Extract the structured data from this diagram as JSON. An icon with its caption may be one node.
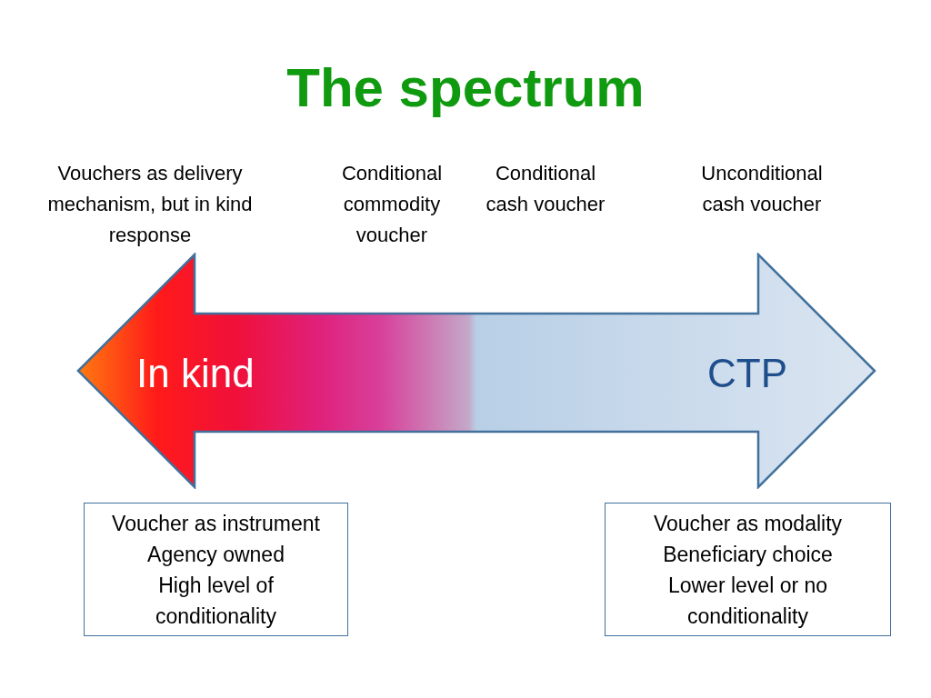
{
  "diagram": {
    "title": "The spectrum",
    "nodes": [
      {
        "text": [
          "In kind",
          "CTP"
        ]
      },
      {
        "text": [
          "Voucher as instrument",
          "Agency owned",
          "High level of conditionality"
        ]
      },
      {
        "text": [
          "Voucher as modality",
          "Beneficiary choice",
          "Lower level or no conditionality"
        ]
      }
    ],
    "labels": [
      "Vouchers as delivery mechanism, but in kind response",
      "Conditional commodity voucher",
      "Conditional cash voucher",
      "Unconditional cash voucher"
    ]
  }
}
